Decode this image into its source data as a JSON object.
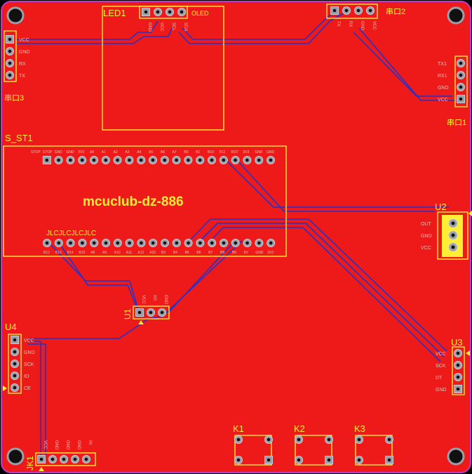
{
  "board": {
    "title": "mcuclub-dz-886",
    "watermark": "JLCJLCJLCJLC",
    "colors": {
      "board": "#ee1a1a",
      "outline": "#c239c8",
      "silk": "#ffee33",
      "trace": "#2233cc",
      "pad": "#9aa0aa",
      "hole": "#111111"
    }
  },
  "components": {
    "led1": {
      "ref": "LED1",
      "label": "OLED",
      "pins": [
        "GND",
        "VCC",
        "SCL",
        "SDA"
      ]
    },
    "serial2": {
      "ref": "串口2",
      "pins": [
        "TX",
        "RX",
        "GND",
        "VCC"
      ]
    },
    "serial3": {
      "ref": "串口3",
      "pins": [
        "VCC",
        "GND",
        "RX",
        "TX"
      ]
    },
    "serial1": {
      "ref": "串口1",
      "pins": [
        "TX1",
        "RX1",
        "GND",
        "VCC"
      ]
    },
    "s_st1": {
      "ref": "S_ST1",
      "top_pins": [
        "STOP",
        "STOP",
        "GND",
        "GND",
        "3V3",
        "A0",
        "A1",
        "A2",
        "A3",
        "A4",
        "A5",
        "A6",
        "A7",
        "B0",
        "B1",
        "B10",
        "B11",
        "RST",
        "3V3",
        "GND",
        "GND"
      ],
      "bottom_pins": [
        "B12",
        "B13",
        "B14",
        "B15",
        "A8",
        "A9",
        "A10",
        "A11",
        "A12",
        "A15",
        "B3",
        "B4",
        "B5",
        "B6",
        "B7",
        "B8",
        "B9",
        "5V",
        "GND",
        "3V3"
      ]
    },
    "u1": {
      "ref": "U1",
      "pins": [
        "VCC",
        "I/O",
        "GND"
      ]
    },
    "u2": {
      "ref": "U2",
      "pins": [
        "OUT",
        "GND",
        "VCC"
      ]
    },
    "u3": {
      "ref": "U3",
      "pins": [
        "VCC",
        "SCK",
        "DT",
        "GND"
      ]
    },
    "u4": {
      "ref": "U4",
      "pins": [
        "VCC",
        "GND",
        "SCK",
        "IO",
        "CE"
      ]
    },
    "jk1": {
      "ref": "JK1",
      "pins": [
        "VCC",
        "GND",
        "GND",
        "GND",
        "IN"
      ]
    },
    "k1": {
      "ref": "K1"
    },
    "k2": {
      "ref": "K2"
    },
    "k3": {
      "ref": "K3"
    }
  }
}
